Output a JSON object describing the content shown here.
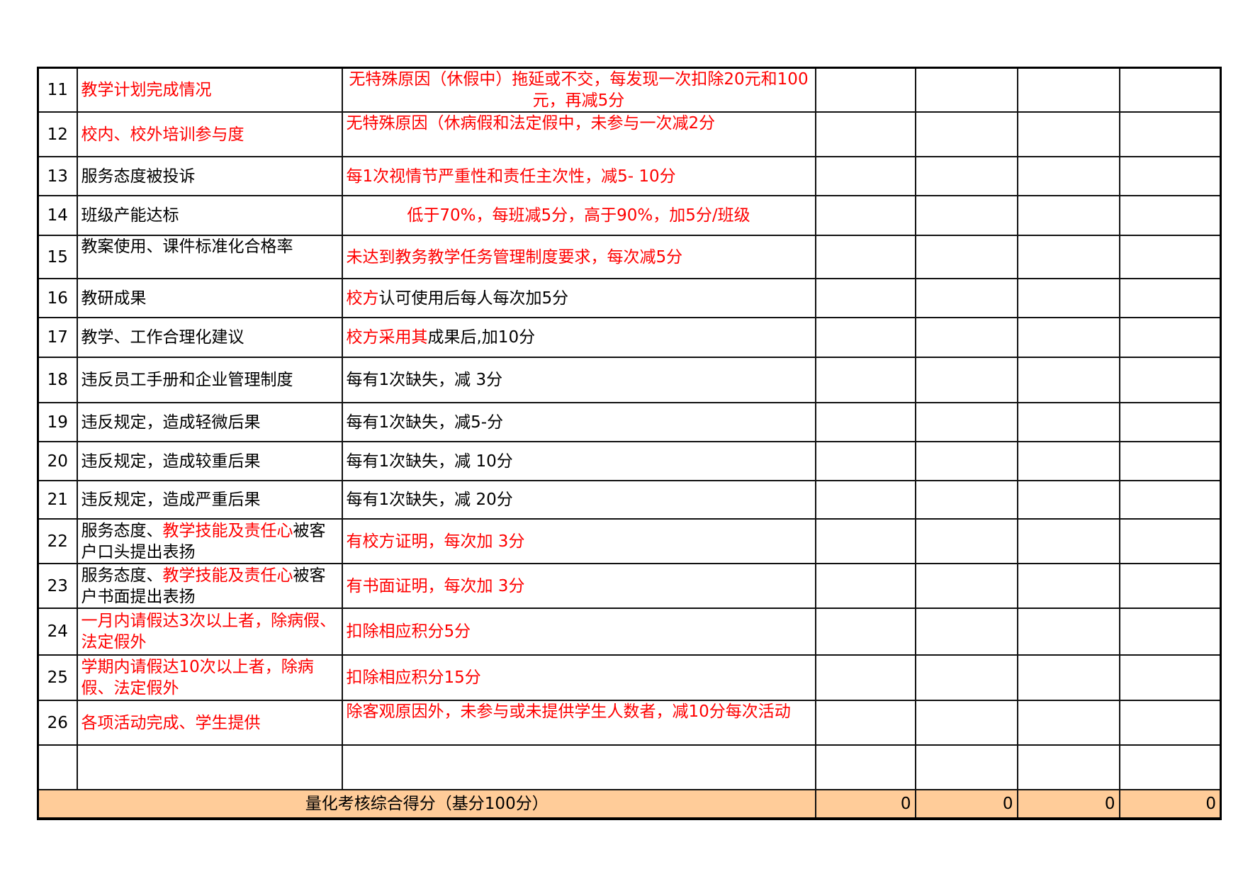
{
  "sheet": {
    "colors": {
      "red": "#ff0000",
      "black": "#000000",
      "total_bg": "#ffcc99"
    },
    "rows": [
      {
        "num": "11",
        "item": [
          {
            "t": "教学计划完成情况",
            "c": "red"
          }
        ],
        "rule": [
          {
            "t": "无特殊原因（休假中）拖延或不交，每发现一次扣除20元和100元，再减5分",
            "c": "red"
          }
        ]
      },
      {
        "num": "12",
        "item": [
          {
            "t": "校内、校外培训参与度",
            "c": "red"
          }
        ],
        "rule": [
          {
            "t": "无特殊原因（休病假和法定假中，未参与一次减2分",
            "c": "red"
          }
        ]
      },
      {
        "num": "13",
        "item": [
          {
            "t": "服务态度被投诉",
            "c": "black"
          }
        ],
        "rule": [
          {
            "t": "每1次视情节严重性和责任主次性，减5- 10分",
            "c": "red"
          }
        ]
      },
      {
        "num": "14",
        "item": [
          {
            "t": "班级产能达标",
            "c": "black"
          }
        ],
        "rule": [
          {
            "t": "低于70%，每班减5分，高于90%，加5分/班级",
            "c": "red"
          }
        ]
      },
      {
        "num": "15",
        "item": [
          {
            "t": "教案使用、课件标准化合格率",
            "c": "black"
          }
        ],
        "rule": [
          {
            "t": "未达到教务教学任务管理制度要求，每次减5分",
            "c": "red"
          }
        ]
      },
      {
        "num": "16",
        "item": [
          {
            "t": "教研成果",
            "c": "black"
          }
        ],
        "rule": [
          {
            "t": "校方",
            "c": "red"
          },
          {
            "t": "认可使用后每人每次加5分",
            "c": "black"
          }
        ]
      },
      {
        "num": "17",
        "item": [
          {
            "t": "教学、工作合理化建议",
            "c": "black"
          }
        ],
        "rule": [
          {
            "t": "校方采用其",
            "c": "red"
          },
          {
            "t": "成果后,加10分",
            "c": "black"
          }
        ]
      },
      {
        "num": "18",
        "item": [
          {
            "t": "违反员工手册和企业管理制度",
            "c": "black"
          }
        ],
        "rule": [
          {
            "t": "每有1次缺失，减 3分",
            "c": "black"
          }
        ]
      },
      {
        "num": "19",
        "item": [
          {
            "t": "违反规定，造成轻微后果",
            "c": "black"
          }
        ],
        "rule": [
          {
            "t": "每有1次缺失，减5-分",
            "c": "black"
          }
        ]
      },
      {
        "num": "20",
        "item": [
          {
            "t": "违反规定，造成较重后果",
            "c": "black"
          }
        ],
        "rule": [
          {
            "t": "每有1次缺失，减 10分",
            "c": "black"
          }
        ]
      },
      {
        "num": "21",
        "item": [
          {
            "t": "违反规定，造成严重后果",
            "c": "black"
          }
        ],
        "rule": [
          {
            "t": "每有1次缺失，减 20分",
            "c": "black"
          }
        ]
      },
      {
        "num": "22",
        "item": [
          {
            "t": "服务态度、",
            "c": "black"
          },
          {
            "t": "教学技能及责任心",
            "c": "red"
          },
          {
            "t": "被客户口头提出表扬",
            "c": "black"
          }
        ],
        "rule": [
          {
            "t": "有校方证明，每次加 3分",
            "c": "red"
          }
        ]
      },
      {
        "num": "23",
        "item": [
          {
            "t": "服务态度、",
            "c": "black"
          },
          {
            "t": "教学技能及责任心",
            "c": "red"
          },
          {
            "t": "被客户书面提出表扬",
            "c": "black"
          }
        ],
        "rule": [
          {
            "t": "有书面证明，每次加 3分",
            "c": "red"
          }
        ]
      },
      {
        "num": "24",
        "item": [
          {
            "t": "一月内请假达3次以上者，除病假、法定假外",
            "c": "red"
          }
        ],
        "rule": [
          {
            "t": "扣除相应积分5分",
            "c": "red"
          }
        ]
      },
      {
        "num": "25",
        "item": [
          {
            "t": "学期内请假达10次以上者，除病假、法定假外",
            "c": "red"
          }
        ],
        "rule": [
          {
            "t": "扣除相应积分15分",
            "c": "red"
          }
        ]
      },
      {
        "num": "26",
        "item": [
          {
            "t": "各项活动完成、学生提供",
            "c": "red"
          }
        ],
        "rule": [
          {
            "t": "除客观原因外，未参与或未提供学生人数者，减10分每次活动",
            "c": "red"
          }
        ]
      },
      {
        "num": "",
        "item": [],
        "rule": []
      }
    ],
    "total": {
      "label": "量化考核综合得分（基分100分）",
      "values": [
        "0",
        "0",
        "0",
        "0"
      ]
    }
  }
}
